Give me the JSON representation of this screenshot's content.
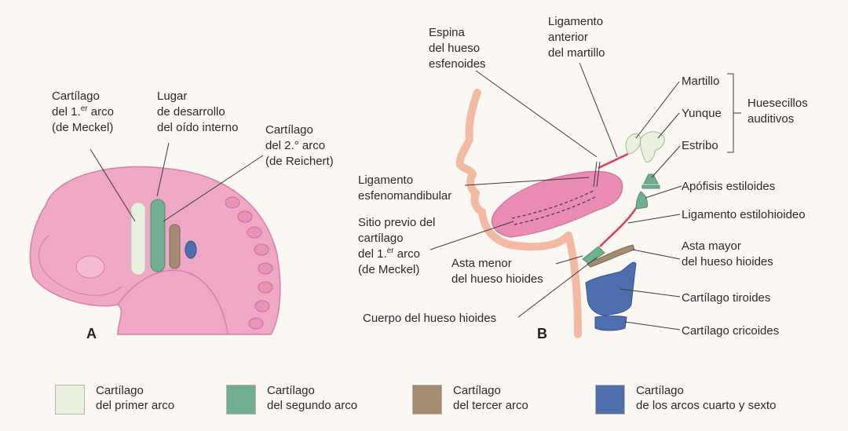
{
  "panels": {
    "a": "A",
    "b": "B"
  },
  "labels_a": {
    "meckel": [
      "Cartílago",
      "del 1.",
      "er",
      " arco",
      "(de Meckel)"
    ],
    "inner_ear": [
      "Lugar",
      "de desarrollo",
      "del oído interno"
    ],
    "reichert": [
      "Cartílago",
      "del 2.° arco",
      "(de Reichert)"
    ]
  },
  "labels_b": {
    "sphenoid_spine": [
      "Espina",
      "del hueso",
      "esfenoides"
    ],
    "anterior_ligament": [
      "Ligamento",
      "anterior",
      "del martillo"
    ],
    "malleus": "Martillo",
    "incus": "Yunque",
    "stapes": "Estribo",
    "ossicles": [
      "Huesecillos",
      "auditivos"
    ],
    "sphenomandibular": [
      "Ligamento",
      "esfenomandibular"
    ],
    "styloid": "Apófisis estiloides",
    "stylohyoid": "Ligamento estilohioideo",
    "meckel_site": [
      "Sitio previo del",
      "cartílago",
      "del 1.",
      "er",
      " arco",
      "(de Meckel)"
    ],
    "lesser_horn": [
      "Asta menor",
      "del hueso hioides"
    ],
    "greater_horn": [
      "Asta mayor",
      "del hueso hioides"
    ],
    "thyroid": "Cartílago tiroides",
    "hyoid_body": "Cuerpo del hueso hioides",
    "cricoid": "Cartílago cricoides"
  },
  "legend": [
    {
      "line1": "Cartílago",
      "line2": "del primer arco",
      "color": "#e8f1e0"
    },
    {
      "line1": "Cartílago",
      "line2": "del segundo arco",
      "color": "#6fae8e"
    },
    {
      "line1": "Cartílago",
      "line2": "del tercer arco",
      "color": "#a48b74"
    },
    {
      "line1": "Cartílago",
      "line2": "de los arcos cuarto y sexto",
      "color": "#4e6fae"
    }
  ],
  "colors": {
    "embryo": "#eea7c4",
    "embryo_dark": "#d97ea6",
    "face": "#f4b9a3",
    "jaw": "#e98bb3",
    "ligament": "#e23a55",
    "first_arch": "#e8f1e0",
    "second_arch": "#6fae8e",
    "third_arch": "#a48b74",
    "fourth_sixth_arch": "#4e6fae"
  }
}
